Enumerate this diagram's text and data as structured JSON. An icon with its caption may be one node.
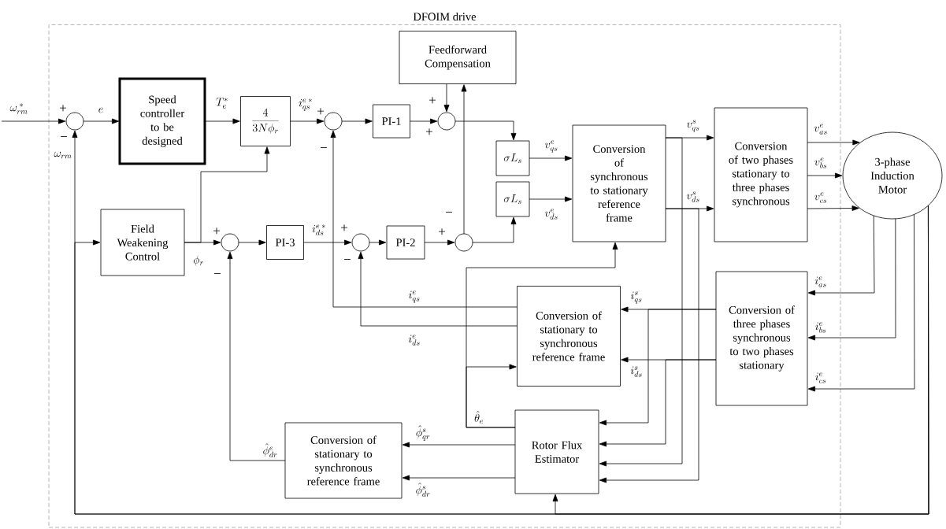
{
  "diagram": {
    "nodes": [
      {
        "text": [
          "DFOIM drive"
        ]
      },
      {
        "text": [],
        "shape": "circle",
        "in": 0
      },
      {
        "text": [
          "Speed controller to be designed"
        ],
        "in": 0
      },
      {
        "text": [
          "\\frac{4}{3N\\phi_r}"
        ],
        "in": 0
      },
      {
        "text": [],
        "shape": "circle",
        "in": 0
      },
      {
        "text": [
          "PI-1"
        ],
        "in": 0
      },
      {
        "text": [],
        "shape": "circle",
        "in": 0
      },
      {
        "text": [
          "Feedforward Compensation"
        ],
        "in": 0
      },
      {
        "text": [
          "\\sigma L_s"
        ],
        "in": 0
      },
      {
        "text": [
          "\\sigma L_s"
        ],
        "in": 0
      },
      {
        "text": [
          "Conversion of synchronous to stationary reference frame"
        ],
        "in": 0
      },
      {
        "text": [
          "Conversion of two phases stationary to three phases synchronous"
        ],
        "in": 0
      },
      {
        "text": [
          "3-phase Induction Motor"
        ]
      },
      {
        "text": [
          "Field Weakening Control"
        ],
        "in": 0
      },
      {
        "text": [],
        "shape": "circle",
        "in": 0
      },
      {
        "text": [
          "PI-3"
        ],
        "in": 0
      },
      {
        "text": [],
        "shape": "circle",
        "in": 0
      },
      {
        "text": [
          "PI-2"
        ],
        "in": 0
      },
      {
        "text": [],
        "shape": "circle",
        "in": 0
      },
      {
        "text": [
          "Conversion of stationary to synchronous reference frame"
        ],
        "in": 0
      },
      {
        "text": [
          "Conversion of three phases synchronous to two phases stationary"
        ],
        "in": 0
      },
      {
        "text": [
          "Rotor Flux Estimator"
        ],
        "in": 0
      },
      {
        "text": [
          "Conversion of stationary to synchronous reference frame"
        ],
        "in": 0
      }
    ],
    "edges": [
      {
        "from": null,
        "to": 1,
        "arrow": "to",
        "label": "\\omega_{rm}^{\\;*}"
      },
      {
        "from": 1,
        "to": 2,
        "arrow": "to",
        "label": "e"
      },
      {
        "from": 2,
        "to": 3,
        "arrow": "to",
        "label": "T_e^*"
      },
      {
        "from": 3,
        "to": 4,
        "arrow": "to",
        "label": "i_{qs}^{e\\;*}"
      },
      {
        "from": 4,
        "to": 5,
        "arrow": "to"
      },
      {
        "from": 5,
        "to": 6,
        "arrow": "to"
      },
      {
        "from": 7,
        "to": 6,
        "arrow": "to"
      },
      {
        "from": 6,
        "to": 8,
        "arrow": "to"
      },
      {
        "from": 8,
        "to": 10,
        "arrow": "to",
        "label": "v_{qs}^e"
      },
      {
        "from": 9,
        "to": 10,
        "arrow": "to",
        "label": "v_{ds}^e"
      },
      {
        "from": 18,
        "to": 9,
        "arrow": "to"
      },
      {
        "from": 18,
        "to": 7,
        "arrow": "to"
      },
      {
        "from": 10,
        "to": 11,
        "arrow": "to",
        "label": "v_{qs}^s"
      },
      {
        "from": 10,
        "to": 11,
        "arrow": "to",
        "label": "v_{ds}^s"
      },
      {
        "from": 11,
        "to": 12,
        "arrow": "to",
        "label": "v_{as}^e"
      },
      {
        "from": 11,
        "to": 12,
        "arrow": "to",
        "label": "v_{bs}^e"
      },
      {
        "from": 11,
        "to": 12,
        "arrow": "to",
        "label": "v_{cs}^e"
      },
      {
        "from": 12,
        "to": 20,
        "arrow": "to",
        "label": "i_{as}^e"
      },
      {
        "from": 12,
        "to": 20,
        "arrow": "to",
        "label": "i_{bs}^e"
      },
      {
        "from": 12,
        "to": 20,
        "arrow": "to",
        "label": "i_{cs}^e"
      },
      {
        "from": 12,
        "to": 1,
        "arrow": "to",
        "label": "\\omega_{rm}"
      },
      {
        "from": 12,
        "to": 13,
        "arrow": "to"
      },
      {
        "from": 12,
        "to": 21,
        "arrow": "to"
      },
      {
        "from": 20,
        "to": 19,
        "arrow": "to",
        "label": "i_{qs}^s"
      },
      {
        "from": 20,
        "to": 19,
        "arrow": "to",
        "label": "i_{ds}^s"
      },
      {
        "from": 20,
        "to": 21,
        "arrow": "to"
      },
      {
        "from": 20,
        "to": 21,
        "arrow": "to"
      },
      {
        "from": 10,
        "to": 21,
        "arrow": "to"
      },
      {
        "from": 10,
        "to": 21,
        "arrow": "to"
      },
      {
        "from": 21,
        "to": 19,
        "arrow": "to",
        "label": "\\hat{\\theta}_e"
      },
      {
        "from": 21,
        "to": 10,
        "arrow": "to"
      },
      {
        "from": 21,
        "to": 22,
        "arrow": "to",
        "label": "\\hat{\\phi}_{qr}^s"
      },
      {
        "from": 21,
        "to": 22,
        "arrow": "to",
        "label": "\\hat{\\phi}_{dr}^s"
      },
      {
        "from": 22,
        "to": 14,
        "arrow": "to",
        "label": "\\hat{\\phi}_{dr}^e"
      },
      {
        "from": 13,
        "to": 14,
        "arrow": "to",
        "label": "\\phi_r"
      },
      {
        "from": 13,
        "to": 3,
        "arrow": "to"
      },
      {
        "from": 14,
        "to": 15,
        "arrow": "to"
      },
      {
        "from": 15,
        "to": 16,
        "arrow": "to",
        "label": "i_{ds}^{e\\;*}"
      },
      {
        "from": 16,
        "to": 17,
        "arrow": "to"
      },
      {
        "from": 17,
        "to": 18,
        "arrow": "to"
      },
      {
        "from": 19,
        "to": 4,
        "arrow": "to",
        "label": "i_{qs}^e"
      },
      {
        "from": 19,
        "to": 16,
        "arrow": "to",
        "label": "i_{ds}^e"
      }
    ],
    "labels": [
      "+",
      "+",
      "+",
      "−",
      "+",
      "−",
      "−",
      "+",
      "+",
      "+",
      "−",
      "−"
    ]
  }
}
